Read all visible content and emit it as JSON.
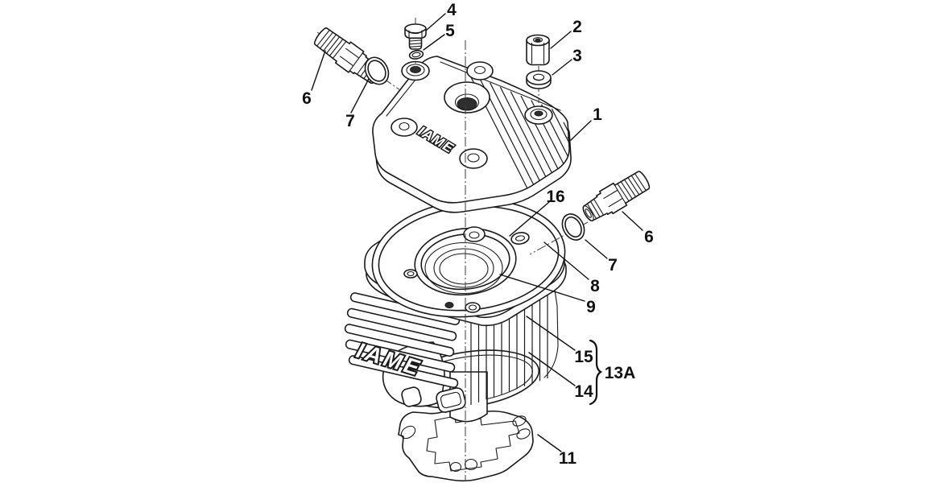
{
  "diagram": {
    "description": "Exploded parts diagram of an engine cylinder and head assembly",
    "background_color": "#ffffff",
    "line_color": "#1a1a1a",
    "brand": {
      "head_logo": "IAME",
      "cylinder_logo": "IAME"
    },
    "callouts": {
      "c1": "1",
      "c2": "2",
      "c3": "3",
      "c4": "4",
      "c5": "5",
      "c6_top_left": "6",
      "c7_top_left": "7",
      "c6_right": "6",
      "c7_right": "7",
      "c8": "8",
      "c9": "9",
      "c11": "11",
      "c13a": "13A",
      "c14": "14",
      "c15": "15",
      "c16": "16"
    }
  }
}
